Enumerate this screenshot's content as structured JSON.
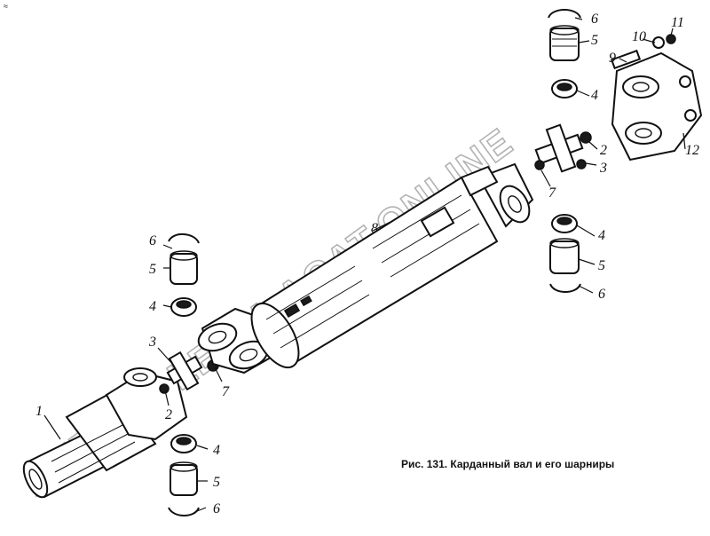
{
  "caption": "Рис. 131. Карданный вал и его шарниры",
  "watermark": "AUTOGALERIA ACAT.ONLINE",
  "corner_mark": "≈",
  "callouts": {
    "c1": "1",
    "c2a": "2",
    "c2b": "2",
    "c3a": "3",
    "c3b": "3",
    "c4a": "4",
    "c4b": "4",
    "c4c": "4",
    "c4d": "4",
    "c5a": "5",
    "c5b": "5",
    "c5c": "5",
    "c5d": "5",
    "c6a": "6",
    "c6b": "6",
    "c6c": "6",
    "c6d": "6",
    "c7a": "7",
    "c7b": "7",
    "c8": "8",
    "c9": "9",
    "c10": "10",
    "c11": "11",
    "c12": "12"
  },
  "colors": {
    "ink": "#111111",
    "paper": "#ffffff",
    "watermark": "#9a9a9a"
  }
}
